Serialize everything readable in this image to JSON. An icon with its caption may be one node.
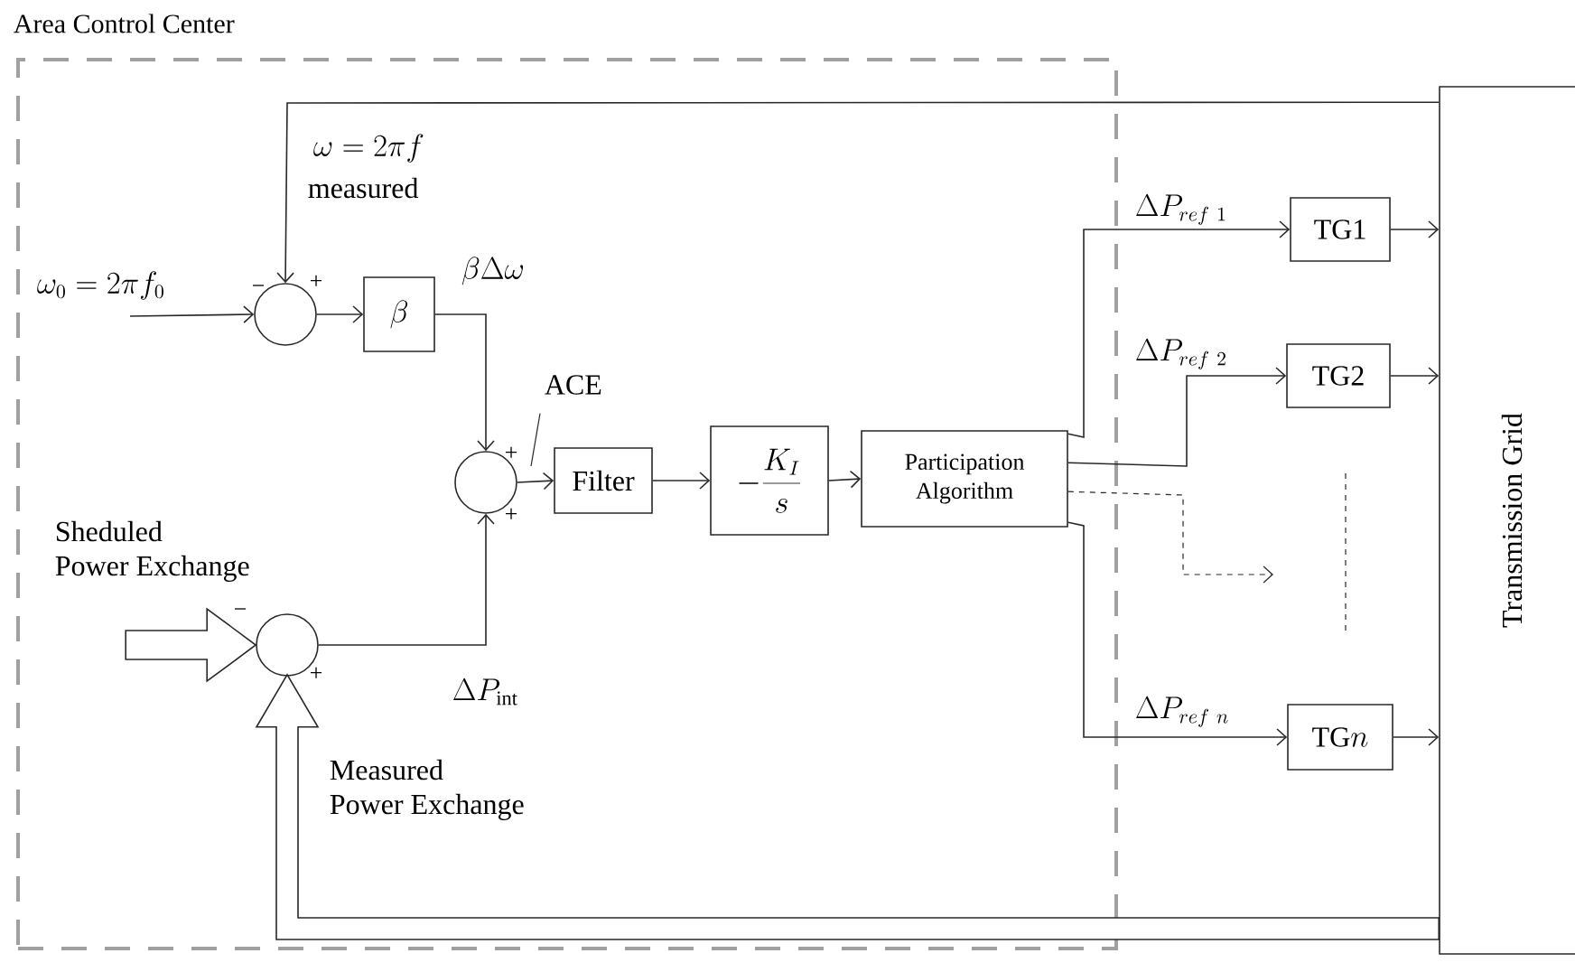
{
  "diagram": {
    "nodes": [
      {
        "text": [
          "Area Control Center"
        ]
      },
      {
        "text": [],
        "shape": "circle",
        "in": 0,
        "beside": [
          "−",
          "+"
        ]
      },
      {
        "text": [
          "\\beta"
        ],
        "in": 0
      },
      {
        "text": [],
        "shape": "circle",
        "in": 0,
        "beside": [
          "+",
          "+"
        ]
      },
      {
        "text": [
          "Filter"
        ],
        "in": 0
      },
      {
        "text": [
          "-\\frac{K_I}{s}"
        ],
        "in": 0
      },
      {
        "text": [
          "Participation Algorithm"
        ],
        "in": 0
      },
      {
        "text": [],
        "shape": "circle",
        "in": 0,
        "beside": [
          "−",
          "+"
        ]
      },
      {
        "text": [
          "TG1"
        ]
      },
      {
        "text": [
          "TG2"
        ]
      },
      {
        "text": [
          "\\mathrm{TG}n"
        ]
      },
      {
        "text": [
          "Transmission Grid"
        ]
      },
      {
        "text": [
          "ACE"
        ],
        "in": 0
      }
    ],
    "edges": [
      {
        "from": null,
        "to": 1,
        "arrow": "to",
        "label": "\\omega_0 = 2\\pi f_0"
      },
      {
        "from": 11,
        "to": 1,
        "arrow": "to",
        "label": "\\omega = 2\\pi f"
      },
      {
        "from": 1,
        "to": 2,
        "arrow": "to"
      },
      {
        "from": 2,
        "to": 3,
        "arrow": "to",
        "label": "\\beta\\Delta\\omega"
      },
      {
        "from": 3,
        "to": 4,
        "arrow": "to"
      },
      {
        "from": 4,
        "to": 5,
        "arrow": "to"
      },
      {
        "from": 5,
        "to": 6,
        "arrow": "to"
      },
      {
        "from": 6,
        "to": 8,
        "arrow": "to",
        "label": "\\Delta P_{ref\\ 1}"
      },
      {
        "from": 6,
        "to": 9,
        "arrow": "to",
        "label": "\\Delta P_{ref\\ 2}"
      },
      {
        "from": 6,
        "to": null,
        "arrow": "to",
        "style": "dashed"
      },
      {
        "from": 6,
        "to": 10,
        "arrow": "to",
        "label": "\\Delta P_{ref\\ n}"
      },
      {
        "from": 8,
        "to": 11,
        "arrow": "to"
      },
      {
        "from": 9,
        "to": 11,
        "arrow": "to"
      },
      {
        "from": 10,
        "to": 11,
        "arrow": "to"
      },
      {
        "from": 7,
        "to": 3,
        "arrow": "to",
        "label": "\\Delta P_{\\mathrm{int}}"
      },
      {
        "from": null,
        "to": 7,
        "arrow": "to",
        "style": "thick",
        "label": "Sheduled Power Exchange"
      },
      {
        "from": 11,
        "to": 7,
        "arrow": "to",
        "style": "thick"
      },
      {
        "from": 12,
        "to": 3,
        "arrow": "none"
      }
    ],
    "labels": [
      "measured",
      "Measured Power Exchange"
    ]
  }
}
